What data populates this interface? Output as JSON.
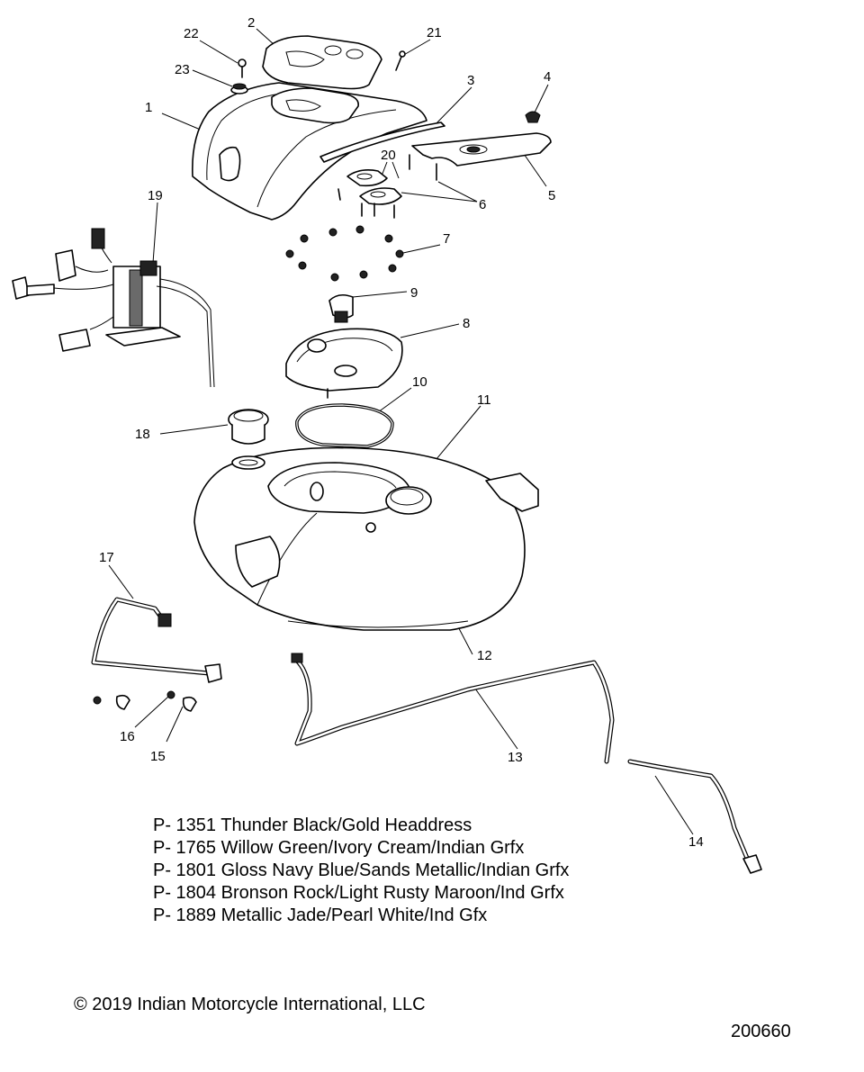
{
  "callouts": [
    {
      "n": "1"
    },
    {
      "n": "2"
    },
    {
      "n": "3"
    },
    {
      "n": "4"
    },
    {
      "n": "5"
    },
    {
      "n": "6"
    },
    {
      "n": "7"
    },
    {
      "n": "8"
    },
    {
      "n": "9"
    },
    {
      "n": "10"
    },
    {
      "n": "11"
    },
    {
      "n": "12"
    },
    {
      "n": "13"
    },
    {
      "n": "14"
    },
    {
      "n": "15"
    },
    {
      "n": "16"
    },
    {
      "n": "17"
    },
    {
      "n": "18"
    },
    {
      "n": "19"
    },
    {
      "n": "20"
    },
    {
      "n": "21"
    },
    {
      "n": "22"
    },
    {
      "n": "23"
    }
  ],
  "paint_codes": [
    {
      "text": "P- 1351 Thunder Black/Gold Headdress"
    },
    {
      "text": "P- 1765 Willow Green/Ivory Cream/Indian Grfx"
    },
    {
      "text": "P- 1801 Gloss Navy Blue/Sands Metallic/Indian Grfx"
    },
    {
      "text": "P- 1804 Bronson Rock/Light Rusty Maroon/Ind Grfx"
    },
    {
      "text": "P- 1889 Metallic Jade/Pearl White/Ind Gfx"
    }
  ],
  "copyright": "© 2019 Indian Motorcycle International, LLC",
  "drawing_number": "200660"
}
